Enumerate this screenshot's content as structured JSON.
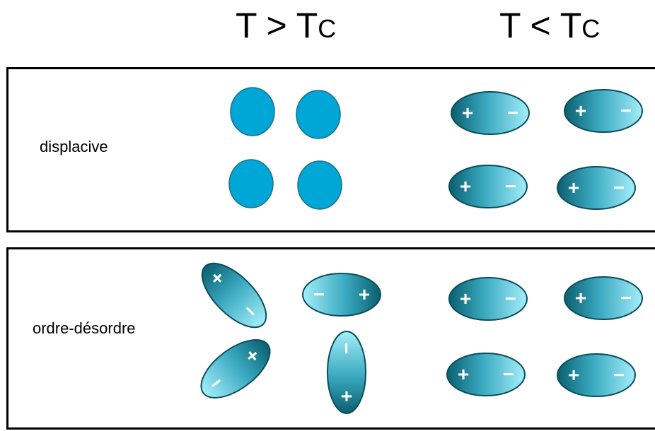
{
  "headers": {
    "above": {
      "main": "T > T",
      "sub": "C"
    },
    "below": {
      "main": "T < T",
      "sub": "C"
    }
  },
  "rows": {
    "displacive": "displacive",
    "order_disorder": "ordre-désordre"
  },
  "charges": {
    "plus": "+",
    "minus": "−"
  },
  "colors": {
    "atom": "#00a6d6",
    "atom_stroke": "#1b6f8c",
    "dipole_dark": "#0b5f70",
    "dipole_light": "#8ee6f5",
    "border": "#000000"
  }
}
